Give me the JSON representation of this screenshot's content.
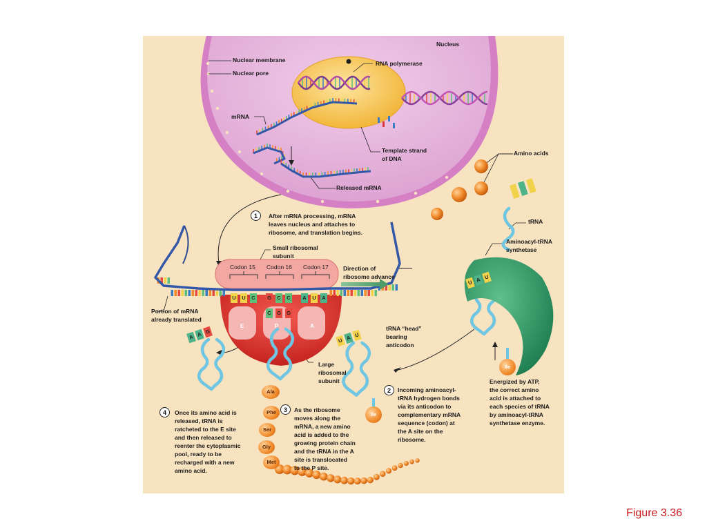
{
  "labels": {
    "nucleus": "Nucleus",
    "nuclear_membrane": "Nuclear membrane",
    "nuclear_pore": "Nuclear pore",
    "rna_polymerase": "RNA polymerase",
    "mrna": "mRNA",
    "template_strand": "Template strand\nof DNA",
    "released_mrna": "Released mRNA",
    "amino_acids": "Amino acids",
    "trna": "tRNA",
    "synthetase": "Aminoacyl-tRNA\nsynthetase",
    "small_subunit": "Small ribosomal\nsubunit",
    "direction": "Direction of\nribosome advance",
    "portion_translated": "Portion of mRNA\nalready translated",
    "trna_head": "tRNA “head”\nbearing\nanticodon",
    "large_subunit": "Large\nribosomal\nsubunit",
    "energized": "Energized by ATP,\nthe correct amino\nacid is attached to\neach species of tRNA\nby aminoacyl-tRNA\nsynthetase enzyme."
  },
  "codons": [
    "Codon 15",
    "Codon 16",
    "Codon 17"
  ],
  "sites": [
    "E",
    "P",
    "A"
  ],
  "mrna_bases": [
    "U",
    "U",
    "C",
    "G",
    "C",
    "C",
    "A",
    "U",
    "A"
  ],
  "p_anticodon": [
    "C",
    "G",
    "G"
  ],
  "e_anticodon": [
    "A",
    "A",
    "G"
  ],
  "a_anticodon": [
    "U",
    "A",
    "U"
  ],
  "synthetase_anticodon": [
    "U",
    "A",
    "U"
  ],
  "chain": [
    "Ala",
    "Phe",
    "Ser",
    "Gly",
    "Met"
  ],
  "incoming_amino_acid": "Ile",
  "synthetase_amino_acid": "Ile",
  "steps": [
    {
      "num": "1",
      "text": "After mRNA processing, mRNA\nleaves nucleus and attaches to\nribosome, and translation begins."
    },
    {
      "num": "2",
      "text": "Incoming aminoacyl-\ntRNA hydrogen bonds\nvia its anticodon to\ncomplementary mRNA\nsequence (codon) at\nthe A site on the\nribosome."
    },
    {
      "num": "3",
      "text": "As the ribosome\nmoves along the\nmRNA, a new amino\nacid is added to the\ngrowing protein chain\nand the tRNA in the A\nsite is translocated\nto the P site."
    },
    {
      "num": "4",
      "text": "Once its amino acid is\nreleased, tRNA is\nratcheted to the E site\nand then released to\nreenter the cytoplasmic\npool, ready to be\nrecharged with a new\namino acid."
    }
  ],
  "figure_number": "Figure 3.36",
  "colors": {
    "panel": "#f8e3c1",
    "nucleus_fill": "#e7b6de",
    "nucleus_rim": "#d57fc4",
    "polymerase": "#f7c44f",
    "ribosome": "#e8413d",
    "small_subunit": "#f3a7a3",
    "trna": "#6fc6e2",
    "synthetase": "#2f9c66",
    "amino_acid": "#f08a2a",
    "mrna_backbone": "#3458a8",
    "figure_number": "#c8191e"
  }
}
